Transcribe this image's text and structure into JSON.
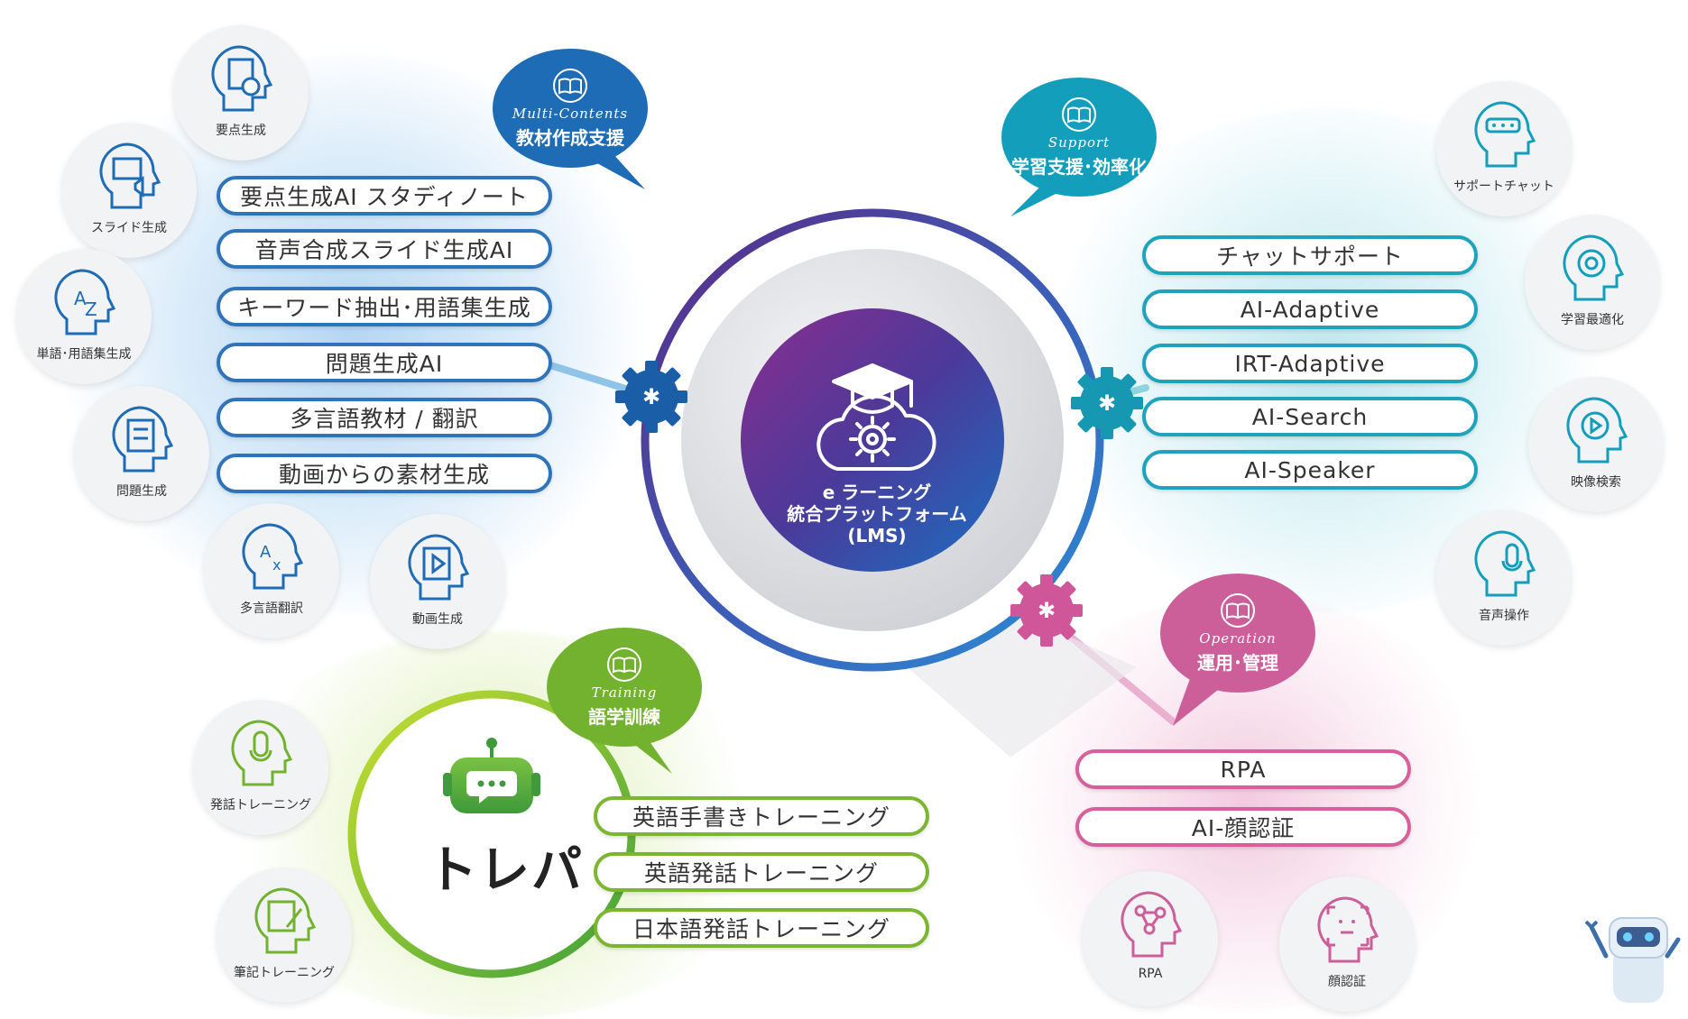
{
  "center": {
    "line1": "e ラーニング",
    "line2": "統合プラットフォーム",
    "line3": "(LMS)"
  },
  "groups": {
    "multi": {
      "title_en": "Multi-Contents",
      "title_jp": "教材作成支援",
      "pills": [
        "要点生成AI スタディノート",
        "音声合成スライド生成AI",
        "キーワード抽出･用語集生成",
        "問題生成AI",
        "多言語教材 / 翻訳",
        "動画からの素材生成"
      ],
      "icons": [
        "要点生成",
        "スライド生成",
        "単語･用語集生成",
        "問題生成",
        "多言語翻訳",
        "動画生成"
      ]
    },
    "support": {
      "title_en": "Support",
      "title_jp": "学習支援･効率化",
      "pills": [
        "チャットサポート",
        "AI-Adaptive",
        "IRT-Adaptive",
        "AI-Search",
        "AI-Speaker"
      ],
      "icons": [
        "サポートチャット",
        "学習最適化",
        "映像検索",
        "音声操作"
      ]
    },
    "training": {
      "title_en": "Training",
      "title_jp": "語学訓練",
      "brand": "トレパ",
      "pills": [
        "英語手書きトレーニング",
        "英語発話トレーニング",
        "日本語発話トレーニング"
      ],
      "icons": [
        "発話トレーニング",
        "筆記トレーニング"
      ]
    },
    "operation": {
      "title_en": "Operation",
      "title_jp": "運用･管理",
      "pills": [
        "RPA",
        "AI-顔認証"
      ],
      "icons": [
        "RPA",
        "顔認証"
      ]
    }
  },
  "colors": {
    "blue": "#2f73b8",
    "teal": "#1fa3bd",
    "green": "#7cb530",
    "pink": "#d65f9c",
    "ring_purple": "#5a2a86",
    "ring_blue": "#2a7fd0"
  }
}
